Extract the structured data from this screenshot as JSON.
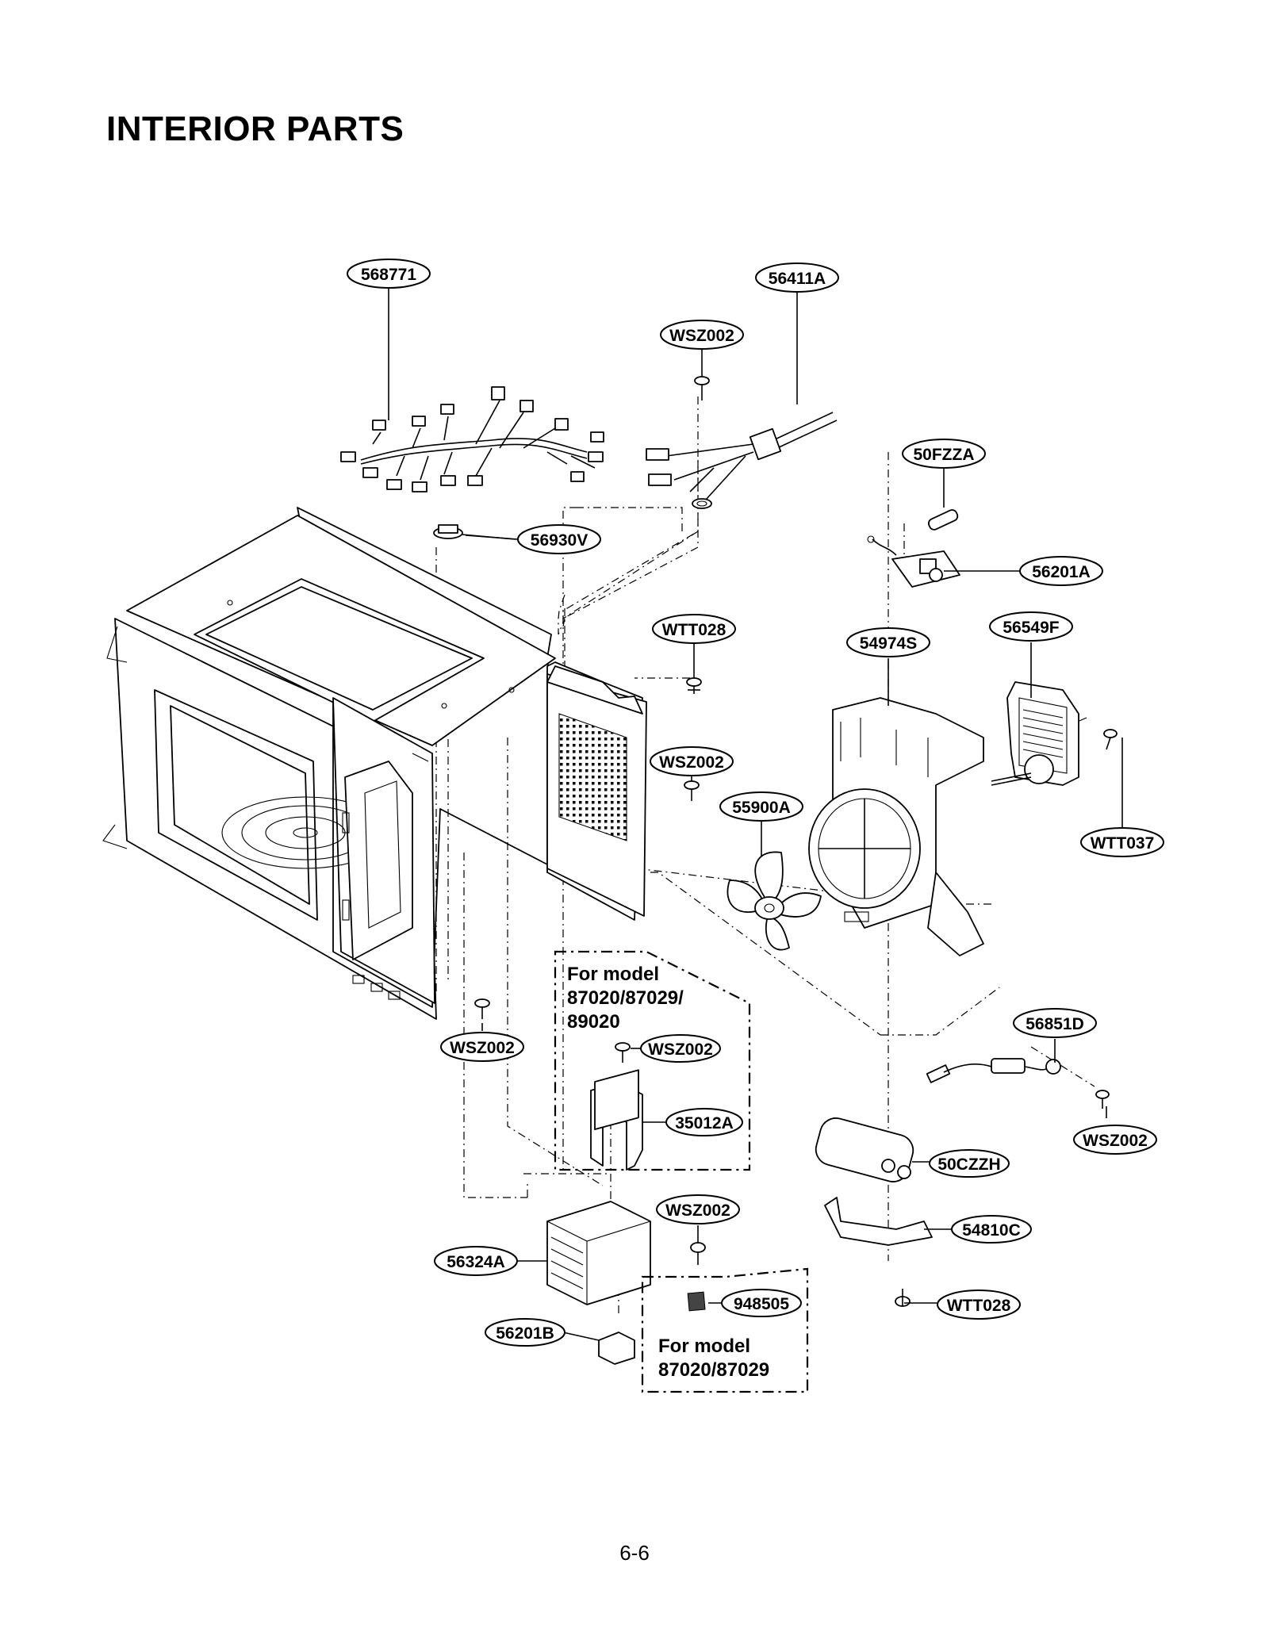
{
  "page": {
    "title": "INTERIOR PARTS",
    "page_number": "6-6"
  },
  "callouts": {
    "c568771": "568771",
    "wsz002_top": "WSZ002",
    "c56411A": "56411A",
    "c50FZZA": "50FZZA",
    "c56930V": "56930V",
    "c56201A": "56201A",
    "wtt028_mid": "WTT028",
    "c54974S": "54974S",
    "c56549F": "56549F",
    "wsz002_mid": "WSZ002",
    "c55900A": "55900A",
    "wtt037": "WTT037",
    "wsz002_left": "WSZ002",
    "wsz002_box": "WSZ002",
    "c56851D": "56851D",
    "c35012A": "35012A",
    "wsz002_right": "WSZ002",
    "c50CZZH": "50CZZH",
    "wsz002_low": "WSZ002",
    "c54810C": "54810C",
    "c56324A": "56324A",
    "c948505": "948505",
    "wtt028_low": "WTT028",
    "c56201B": "56201B"
  },
  "notes": {
    "model_note_1_line1": "For model",
    "model_note_1_line2": "87020/87029/",
    "model_note_1_line3": "89020",
    "model_note_2_line1": "For model",
    "model_note_2_line2": "87020/87029"
  }
}
